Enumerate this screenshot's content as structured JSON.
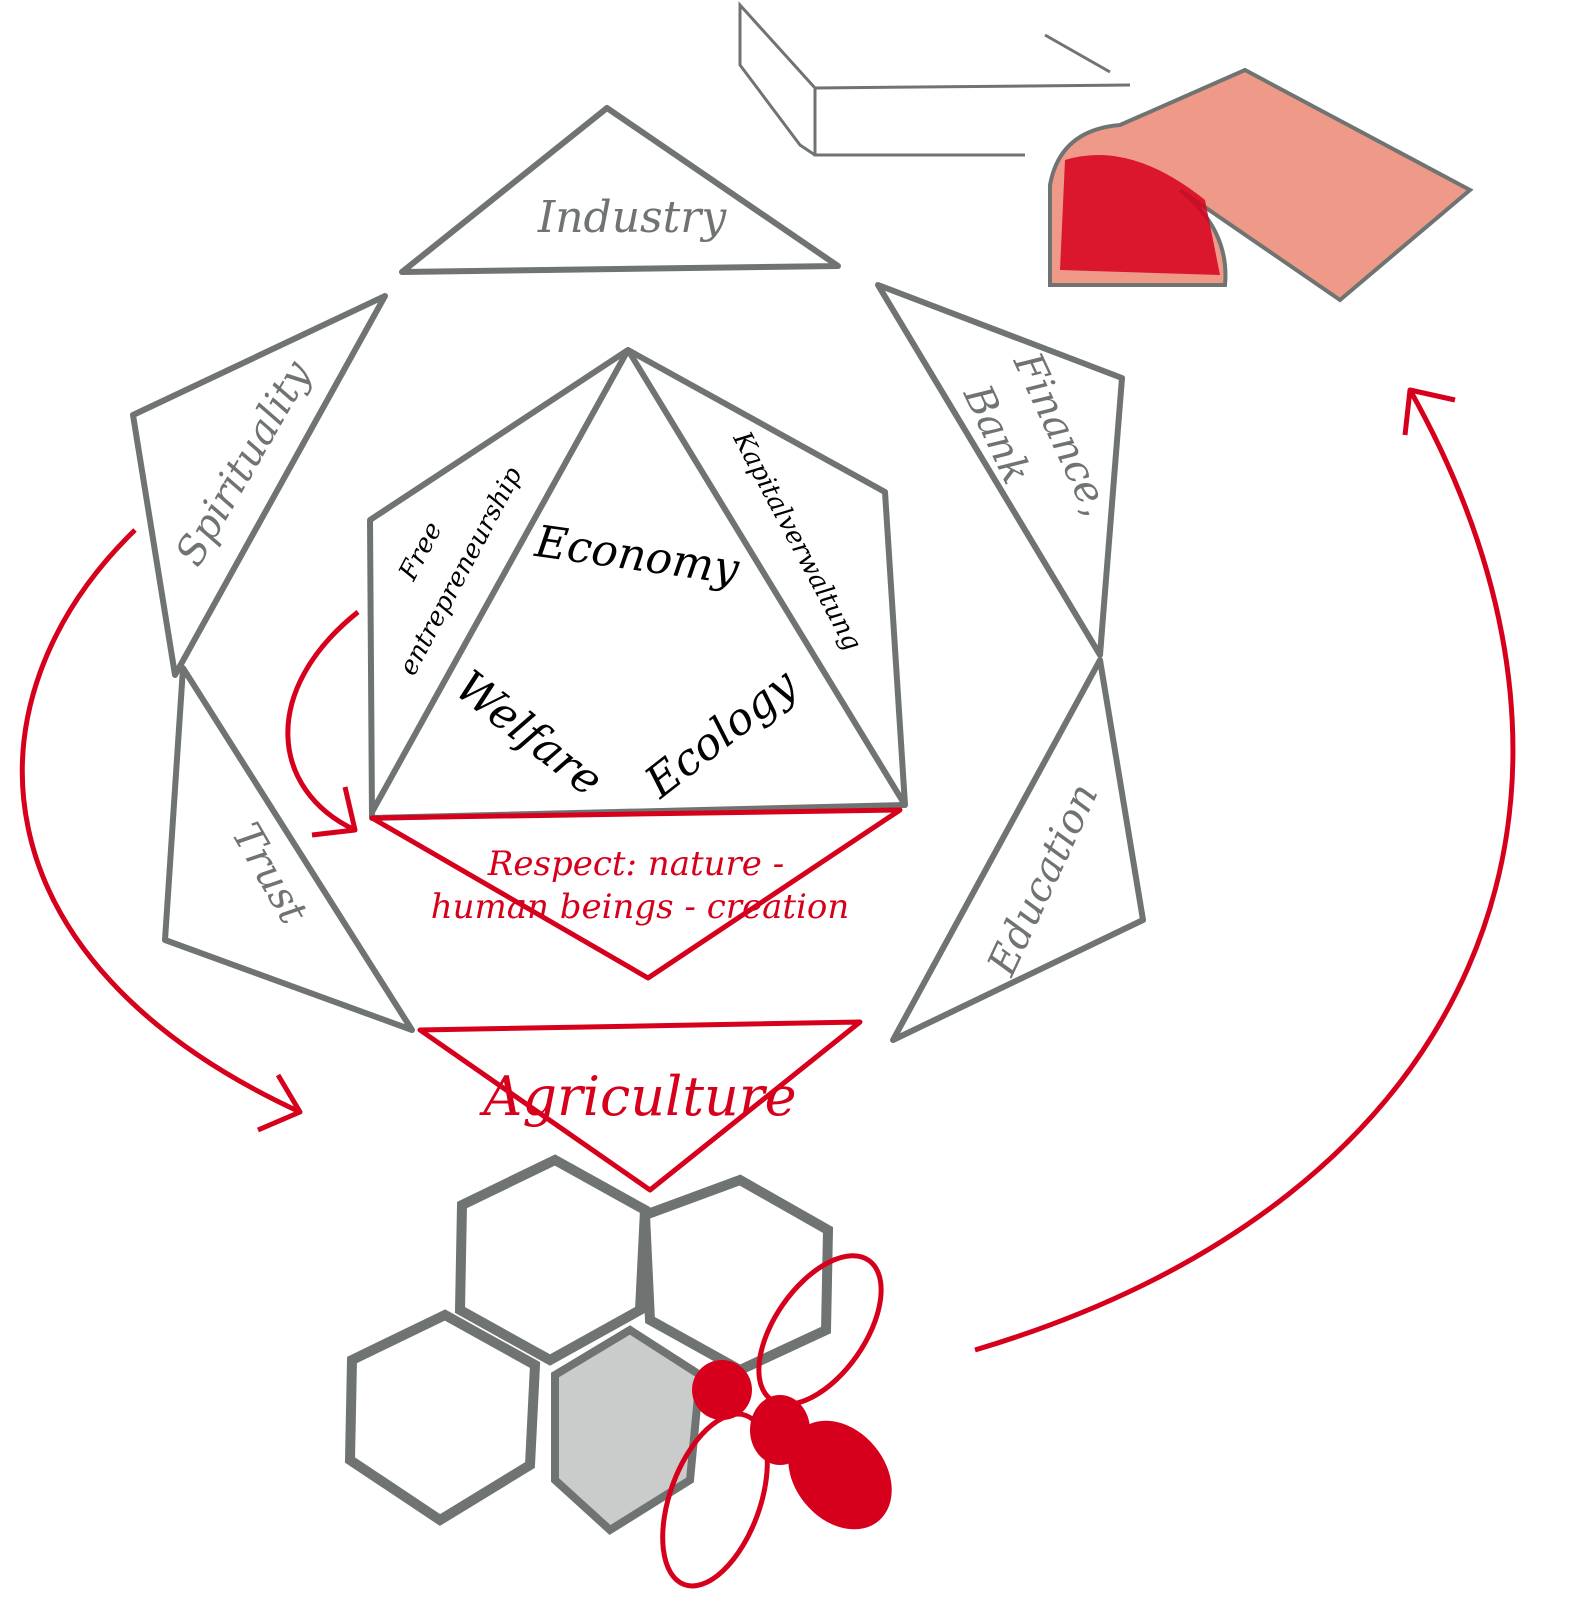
{
  "labels": {
    "industry": "Industry",
    "spirituality": "Spirituality",
    "finance": "Finance,",
    "bank": "Bank",
    "trust": "Trust",
    "education": "Education",
    "free": "Free",
    "entrepreneurship": "entrepreneurship",
    "economy": "Economy",
    "kapital": "Kapitalverwaltung",
    "welfare": "Welfare",
    "ecology": "Ecology",
    "respect_line1": "Respect: nature -",
    "respect_line2": "human beings - creation",
    "agriculture": "Agriculture"
  },
  "colors": {
    "gray": "#6f7472",
    "red": "#d6001c",
    "salmon": "#ef9a88"
  }
}
